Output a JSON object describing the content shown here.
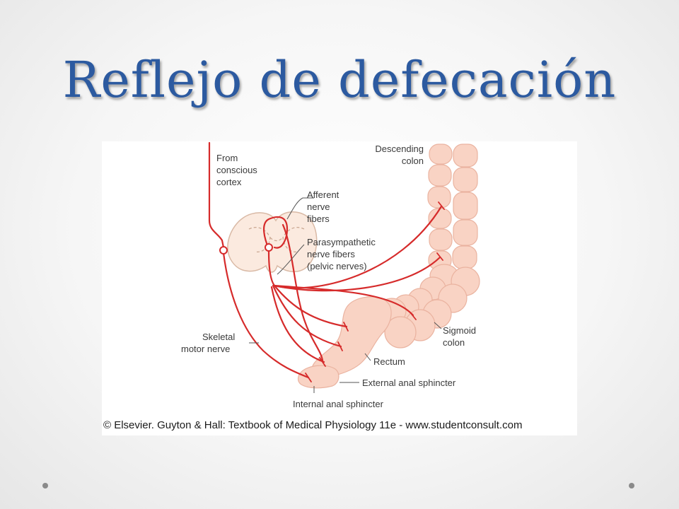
{
  "slide": {
    "title": "Reflejo de defecación"
  },
  "figure": {
    "labels": {
      "from_cortex": [
        "From",
        "conscious",
        "cortex"
      ],
      "descending_colon": [
        "Descending",
        "colon"
      ],
      "afferent_fibers": [
        "Afferent",
        "nerve",
        "fibers"
      ],
      "parasympathetic_fibers": [
        "Parasympathetic",
        "nerve fibers",
        "(pelvic nerves)"
      ],
      "skeletal_motor_nerve": [
        "Skeletal",
        "motor nerve"
      ],
      "sigmoid_colon": [
        "Sigmoid",
        "colon"
      ],
      "rectum": "Rectum",
      "external_sphincter": "External anal sphincter",
      "internal_sphincter": "Internal anal sphincter"
    },
    "copyright": "© Elsevier. Guyton & Hall: Textbook of Medical Physiology 11e - www.studentconsult.com",
    "colors": {
      "nerve": "#d62b2b",
      "colon_fill": "#f9d3c4",
      "colon_stroke": "#eab3a0",
      "cord_fill": "#fbeadf",
      "cord_stroke": "#d9b9a5",
      "title": "#2c5aa0"
    }
  }
}
